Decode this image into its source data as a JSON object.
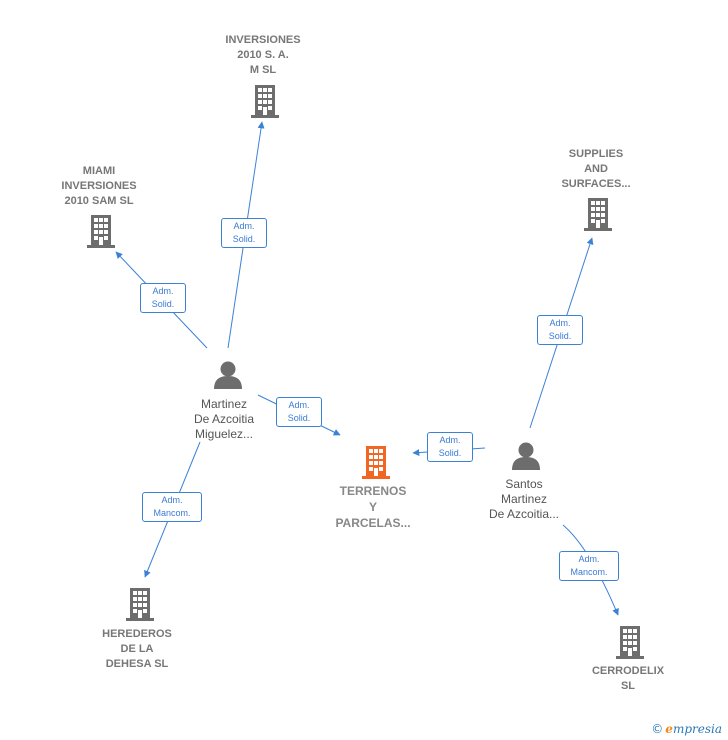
{
  "colors": {
    "company_icon": "#6d6d6d",
    "center_icon": "#f26522",
    "person_icon": "#6d6d6d",
    "edge": "#3b82d6"
  },
  "nodes": {
    "inversiones_2010": {
      "label": "INVERSIONES\n2010 S.  A.\nM SL",
      "icon": "building-icon"
    },
    "miami": {
      "label": "MIAMI\nINVERSIONES\n2010 SAM  SL",
      "icon": "building-icon"
    },
    "supplies": {
      "label": "SUPPLIES\nAND\nSURFACES...",
      "icon": "building-icon"
    },
    "terrenos": {
      "label": "TERRENOS\nY\nPARCELAS...",
      "icon": "building-icon"
    },
    "martinez": {
      "label": "Martinez\nDe Azcoitia\nMiguelez...",
      "icon": "person-icon"
    },
    "santos": {
      "label": "Santos\nMartinez\nDe Azcoitia...",
      "icon": "person-icon"
    },
    "herederos": {
      "label": "HEREDEROS\nDE LA\nDEHESA  SL",
      "icon": "building-icon"
    },
    "cerrodelix": {
      "label": "CERRODELIX\nSL",
      "icon": "building-icon"
    }
  },
  "edges": {
    "martinez_inversiones": "Adm.\nSolid.",
    "martinez_miami": "Adm.\nSolid.",
    "martinez_terrenos": "Adm.\nSolid.",
    "martinez_herederos": "Adm.\nMancom.",
    "santos_supplies": "Adm.\nSolid.",
    "santos_terrenos": "Adm.\nSolid.",
    "santos_cerrodelix": "Adm.\nMancom."
  },
  "brand": {
    "copyright": "©",
    "initial": "e",
    "name": "mpresia"
  }
}
